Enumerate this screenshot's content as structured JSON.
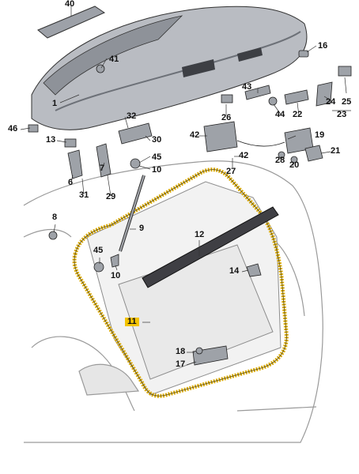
{
  "callouts": [
    {
      "id": "40",
      "label": "40"
    },
    {
      "id": "41",
      "label": "41"
    },
    {
      "id": "1",
      "label": "1"
    },
    {
      "id": "46",
      "label": "46"
    },
    {
      "id": "13",
      "label": "13"
    },
    {
      "id": "32",
      "label": "32"
    },
    {
      "id": "30",
      "label": "30"
    },
    {
      "id": "6",
      "label": "6"
    },
    {
      "id": "7",
      "label": "7"
    },
    {
      "id": "31",
      "label": "31"
    },
    {
      "id": "29",
      "label": "29"
    },
    {
      "id": "45a",
      "label": "45"
    },
    {
      "id": "10a",
      "label": "10"
    },
    {
      "id": "16",
      "label": "16"
    },
    {
      "id": "43",
      "label": "43"
    },
    {
      "id": "26",
      "label": "26"
    },
    {
      "id": "44",
      "label": "44"
    },
    {
      "id": "22",
      "label": "22"
    },
    {
      "id": "24",
      "label": "24"
    },
    {
      "id": "25",
      "label": "25"
    },
    {
      "id": "23",
      "label": "23"
    },
    {
      "id": "42a",
      "label": "42"
    },
    {
      "id": "19",
      "label": "19"
    },
    {
      "id": "42b",
      "label": "42"
    },
    {
      "id": "27",
      "label": "27"
    },
    {
      "id": "28",
      "label": "28"
    },
    {
      "id": "20",
      "label": "20"
    },
    {
      "id": "21",
      "label": "21"
    },
    {
      "id": "8",
      "label": "8"
    },
    {
      "id": "9",
      "label": "9"
    },
    {
      "id": "12",
      "label": "12"
    },
    {
      "id": "45b",
      "label": "45"
    },
    {
      "id": "10b",
      "label": "10"
    },
    {
      "id": "14",
      "label": "14"
    },
    {
      "id": "11",
      "label": "11",
      "highlight": true
    },
    {
      "id": "18",
      "label": "18"
    },
    {
      "id": "17",
      "label": "17"
    }
  ],
  "colors": {
    "panel_fill": "#b9bcc2",
    "panel_dark": "#6d7178",
    "seal": "#d9a800",
    "line": "#222222",
    "car_outline": "#8a8a8a",
    "highlight": "#f3c300"
  }
}
